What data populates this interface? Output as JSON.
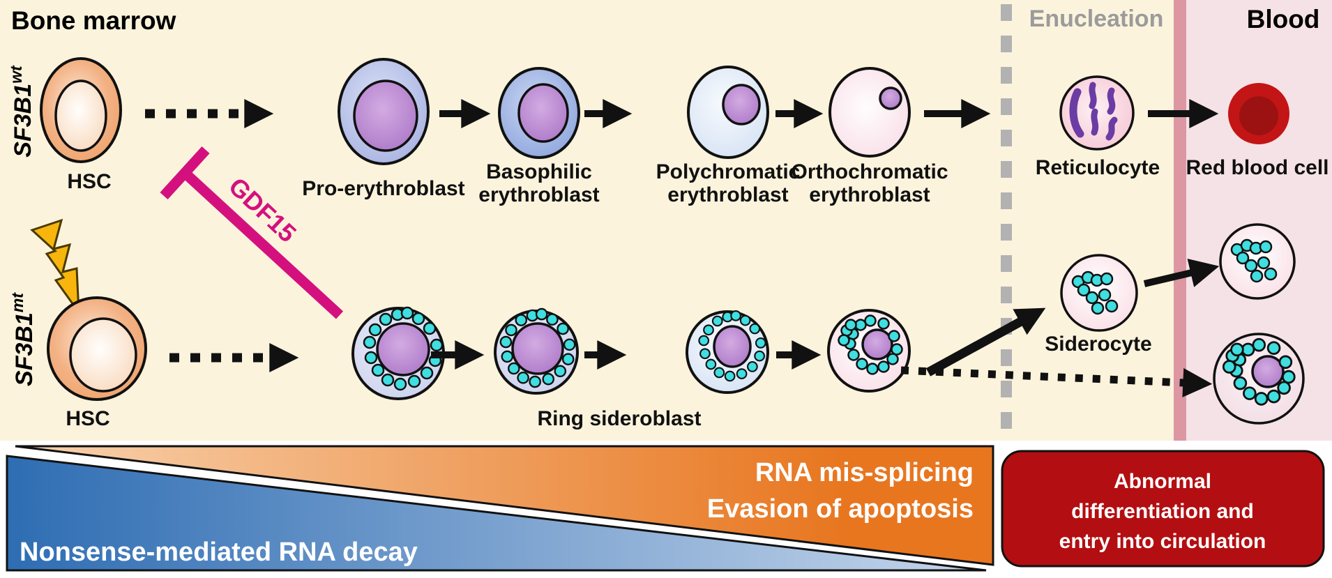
{
  "titles": {
    "bone_marrow": "Bone marrow",
    "enucleation": "Enucleation",
    "blood": "Blood"
  },
  "genotypes": {
    "wildtype": {
      "gene": "SF3B1",
      "sup": "wt"
    },
    "mutant": {
      "gene": "SF3B1",
      "sup": "mt"
    }
  },
  "inhibitor": {
    "label": "GDF15"
  },
  "wt_pathway": {
    "hsc": "HSC",
    "pro": "Pro-erythroblast",
    "baso": [
      "Basophilic",
      "erythroblast"
    ],
    "poly": [
      "Polychromatic",
      "erythroblast"
    ],
    "ortho": [
      "Orthochromatic",
      "erythroblast"
    ],
    "retic": "Reticulocyte",
    "rbc": "Red blood cell"
  },
  "mt_pathway": {
    "hsc": "HSC",
    "ring_sideroblast": "Ring sideroblast",
    "siderocyte": "Siderocyte"
  },
  "banner": {
    "nmd": "Nonsense-mediated RNA decay",
    "mis_splicing": "RNA mis-splicing",
    "evasion": "Evasion of apoptosis"
  },
  "outcome_box": [
    "Abnormal",
    "differentiation and",
    "entry into circulation"
  ],
  "colors": {
    "bone_marrow_background": "#FBF3DC",
    "blood_background": "#F5E2E6",
    "blood_divider_stripe": "#DC97A3",
    "enucleation_dash_gray": "#B2B2B2",
    "inhibitor_magenta": "#D4107E",
    "granule_cyan": "#3FDEE0",
    "banner_blue": "#2E6DB3",
    "banner_orange": "#E8761F",
    "outcome_box_red": "#B30E11",
    "rbc_red": "#C31515",
    "rbc_inner_red": "#9C1212",
    "mutation_bolt_yellow": "#F7B50D"
  }
}
